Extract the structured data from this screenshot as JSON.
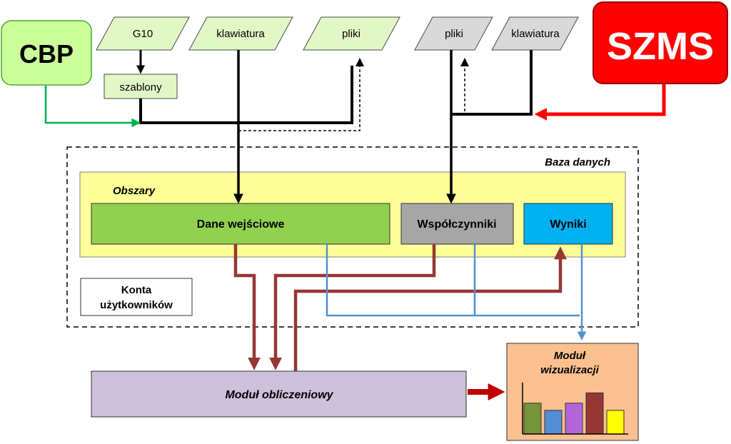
{
  "sources": {
    "cbp": {
      "label": "CBP",
      "fill": "#ccff99",
      "stroke": "#4aa82a"
    },
    "szms": {
      "label": "SZMS",
      "fill": "#ff0000",
      "stroke": "#990000"
    }
  },
  "inputs_left": {
    "g10": "G10",
    "klawiatura": "klawiatura",
    "pliki": "pliki",
    "szablony": "szablony"
  },
  "inputs_right": {
    "pliki": "pliki",
    "klawiatura": "klawiatura"
  },
  "database": {
    "label": "Baza danych",
    "areas_label": "Obszary",
    "dane": "Dane wejściowe",
    "wspolczynniki": "Współczynniki",
    "wyniki": "Wyniki",
    "konta_line1": "Konta",
    "konta_line2": "użytkowników"
  },
  "modules": {
    "obliczeniowy": "Moduł obliczeniowy",
    "wizualizacji_line1": "Moduł",
    "wizualizacji_line2": "wizualizacji"
  },
  "colors": {
    "input_green": "#e2f7c6",
    "input_gray": "#d9d9d9",
    "areas_yellow": "#ffff99",
    "dane_green": "#92d050",
    "wsp_gray": "#a6a6a6",
    "wyniki_blue": "#00b0f0",
    "module_purple": "#ccc0da",
    "vis_orange": "#fac090",
    "flow_brown": "#953735",
    "flow_blue": "#558ed5",
    "flow_green": "#00b050",
    "flow_red": "#ff0000",
    "flow_darkred": "#c00000"
  },
  "chart_data": {
    "type": "bar",
    "categories": [
      "",
      "",
      "",
      "",
      ""
    ],
    "values": [
      3,
      2.3,
      3,
      4,
      2.3
    ],
    "colors": [
      "#77933c",
      "#558ed5",
      "#b266d9",
      "#953735",
      "#ffff00"
    ],
    "ylim": [
      0,
      5
    ]
  }
}
